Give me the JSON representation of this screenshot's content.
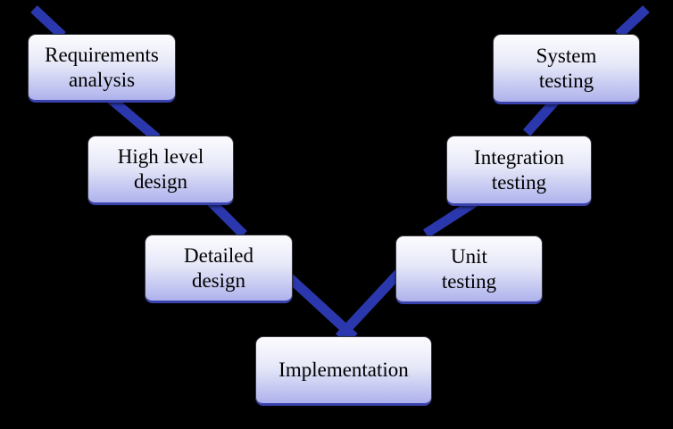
{
  "diagram": {
    "kind": "v-model-process-flow",
    "colors": {
      "background": "#000000",
      "arrow": "#2b38ad",
      "node_fill_top": "#fcfcfe",
      "node_fill_bottom": "#aeb2ec",
      "node_border": "#35353f",
      "node_border_bottom": "#3a42ac",
      "node_text": "#000000"
    },
    "nodes": [
      {
        "id": "requirements-analysis",
        "label": "Requirements\nanalysis"
      },
      {
        "id": "high-level-design",
        "label": "High level\ndesign"
      },
      {
        "id": "detailed-design",
        "label": "Detailed\ndesign"
      },
      {
        "id": "implementation",
        "label": "Implementation"
      },
      {
        "id": "unit-testing",
        "label": "Unit\ntesting"
      },
      {
        "id": "integration-testing",
        "label": "Integration\ntesting"
      },
      {
        "id": "system-testing",
        "label": "System\ntesting"
      }
    ],
    "flow": [
      {
        "from": "requirements-analysis",
        "to": "high-level-design"
      },
      {
        "from": "high-level-design",
        "to": "detailed-design"
      },
      {
        "from": "detailed-design",
        "to": "implementation"
      },
      {
        "from": "implementation",
        "to": "unit-testing"
      },
      {
        "from": "unit-testing",
        "to": "integration-testing"
      },
      {
        "from": "integration-testing",
        "to": "system-testing"
      }
    ]
  }
}
